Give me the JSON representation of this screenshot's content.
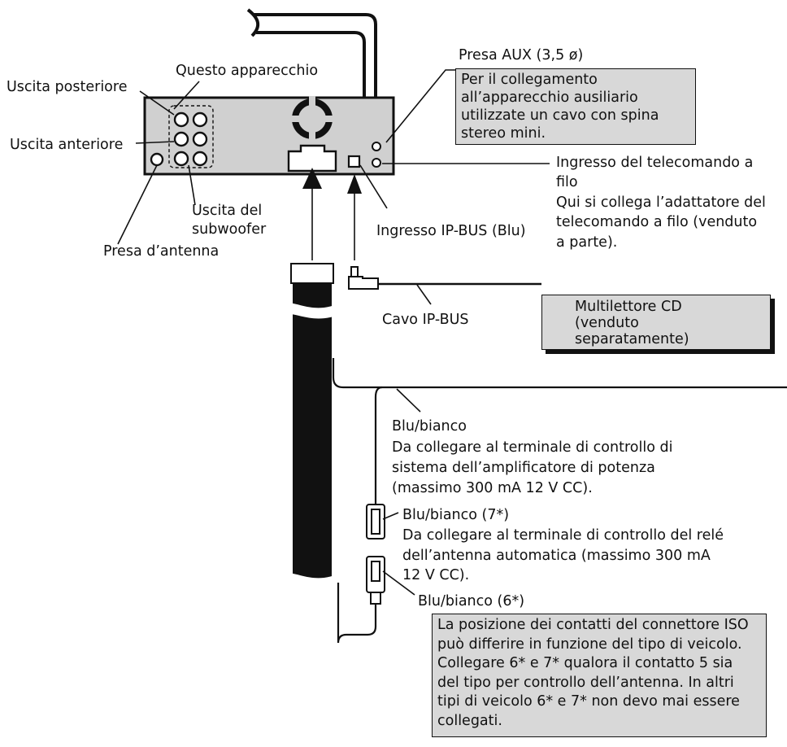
{
  "labels": {
    "questo_apparecchio": "Questo apparecchio",
    "uscita_posteriore": "Uscita posteriore",
    "uscita_anteriore": "Uscita anteriore",
    "uscita_subwoofer_1": "Uscita del",
    "uscita_subwoofer_2": "subwoofer",
    "presa_antenna": "Presa d’antenna",
    "presa_aux": "Presa AUX (3,5 ø)",
    "ingresso_ipbus": "Ingresso IP-BUS (Blu)",
    "cavo_ipbus": "Cavo IP-BUS",
    "telecomando": [
      "Ingresso del telecomando a",
      "filo",
      "Qui si collega l’adattatore del",
      "telecomando a filo (venduto",
      "a parte)."
    ],
    "blu_bianco_a": [
      "Blu/bianco",
      "Da collegare al terminale di controllo di",
      "sistema dell’amplificatore di potenza",
      "(massimo 300 mA 12 V CC)."
    ],
    "blu_bianco_7": [
      "Blu/bianco (7*)",
      "Da collegare al terminale di controllo del relé",
      "dell’antenna automatica (massimo 300 mA",
      "12 V CC)."
    ],
    "blu_bianco_6": "Blu/bianco (6*)"
  },
  "notes": {
    "aux_note": [
      "Per il collegamento",
      "all’apparecchio ausiliario",
      "utilizzate un cavo con spina",
      "stereo mini."
    ],
    "cd_changer": [
      "Multilettore CD",
      "(venduto",
      "separatamente)"
    ],
    "iso_note": [
      "La posizione dei contatti del connettore ISO",
      "può differire in funzione del tipo di veicolo.",
      "Collegare 6* e 7* qualora il contatto 5 sia",
      "del tipo per controllo dell’antenna. In altri",
      "tipi di veicolo 6* e 7* non devo mai essere",
      "collegati."
    ]
  },
  "colors": {
    "line": "#111111",
    "note_fill": "#d8d8d8",
    "panel_fill": "#d0d0d0"
  }
}
